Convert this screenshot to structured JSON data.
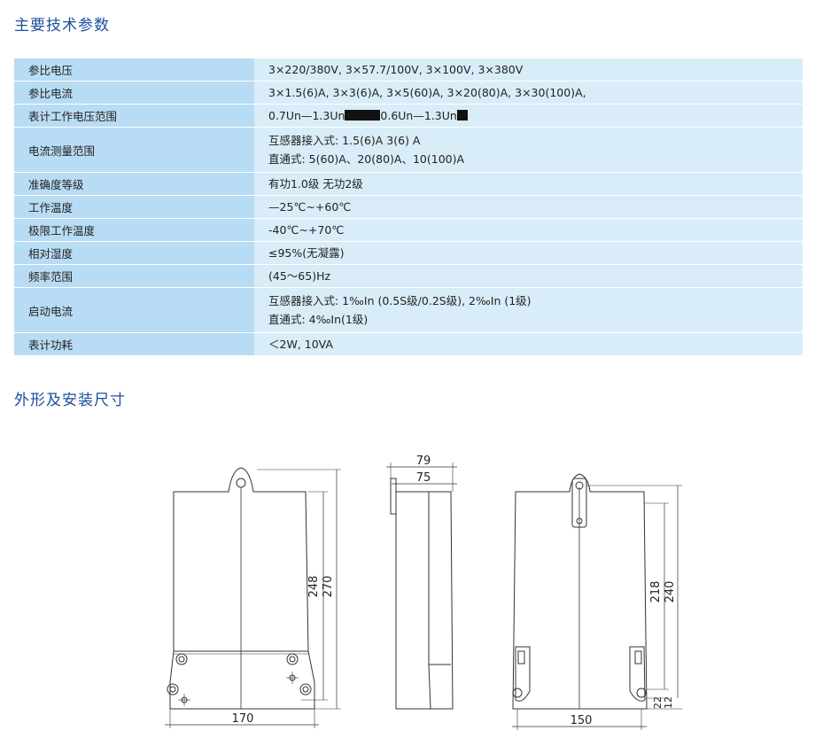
{
  "headings": {
    "params": "主要技术参数",
    "dims": "外形及安装尺寸"
  },
  "spec_rows": [
    {
      "label": "参比电压",
      "lines": [
        "3×220/380V, 3×57.7/100V, 3×100V,  3×380V"
      ]
    },
    {
      "label": "参比电流",
      "lines": [
        "3×1.5(6)A, 3×3(6)A, 3×5(60)A, 3×20(80)A, 3×30(100)A,"
      ]
    },
    {
      "label": "表计工作电压范围",
      "segments": [
        "0.7Un—1.3Un",
        "0.6Un—1.3Un"
      ]
    },
    {
      "label": "电流测量范围",
      "lines": [
        "互感器接入式:  1.5(6)A  3(6) A",
        "直通式:   5(60)A、20(80)A、10(100)A"
      ]
    },
    {
      "label": "准确度等级",
      "lines": [
        "有功1.0级     无功2级"
      ]
    },
    {
      "label": "工作温度",
      "lines": [
        "—25℃~+60℃"
      ]
    },
    {
      "label": "极限工作温度",
      "lines": [
        "-40℃~+70℃"
      ]
    },
    {
      "label": "相对湿度",
      "lines": [
        "≤95%(无凝露)"
      ]
    },
    {
      "label": "频率范围",
      "lines": [
        "(45～65)Hz"
      ]
    },
    {
      "label": "启动电流",
      "lines": [
        "互感器接入式:  1‰In (0.5S级/0.2S级), 2‰In (1级)",
        "直通式: 4‰In(1级)"
      ]
    },
    {
      "label": "表计功耗",
      "lines": [
        "＜2W, 10VA"
      ]
    }
  ],
  "dimensions": {
    "front": {
      "height_inner": "248",
      "height_outer": "270",
      "width": "170"
    },
    "side": {
      "depth_outer": "79",
      "depth_inner": "75"
    },
    "back": {
      "height_inner": "218",
      "height_outer": "240",
      "width": "150",
      "bottom_a": "22",
      "bottom_b": "12"
    }
  }
}
